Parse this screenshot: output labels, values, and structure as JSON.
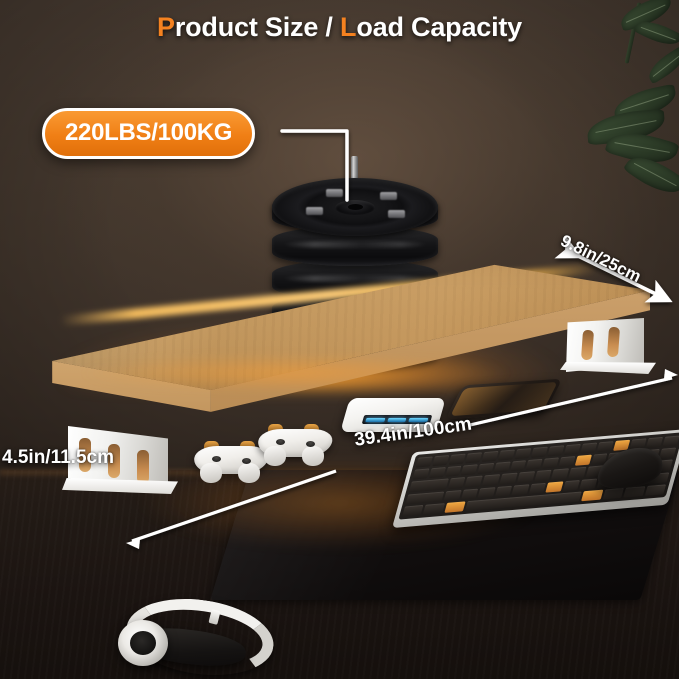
{
  "page": {
    "title_before": "P",
    "title_mid": "roduct Size / ",
    "title_hl2": "L",
    "title_after": "oad Capacity",
    "title_full": "Product Size / Load Capacity"
  },
  "badge": {
    "load_capacity": "220LBS/100KG"
  },
  "dimensions": {
    "depth": "9.8in/25cm",
    "width": "39.4in/100cm",
    "height": "4.5in/11.5cm"
  },
  "colors": {
    "accent_orange": "#F58220",
    "badge_fill": "#F07F15",
    "title_white": "#FFFFFF",
    "wall_brown": "#3D332B",
    "desk_dark": "#1B1411",
    "wood_top": "#C49A61",
    "wood_front": "#D5AB74",
    "leg_white": "#F2F2F0",
    "led_amber": "#FFA834",
    "plate_black": "#141416",
    "key_accent": "#F0A841",
    "leaf_green": "#2C3B27"
  },
  "scene": {
    "product_name": "led-monitor-stand-riser",
    "objects": [
      {
        "name": "weight-plate-stack",
        "count": 5
      },
      {
        "name": "game-controller",
        "count": 2
      },
      {
        "name": "usb-hub",
        "count": 1
      },
      {
        "name": "smartphone",
        "count": 1
      },
      {
        "name": "mechanical-keyboard",
        "count": 1
      },
      {
        "name": "computer-mouse",
        "count": 1
      },
      {
        "name": "headphones",
        "count": 1
      },
      {
        "name": "house-plant",
        "count": 1
      },
      {
        "name": "desk-mousepad",
        "count": 1
      }
    ]
  }
}
